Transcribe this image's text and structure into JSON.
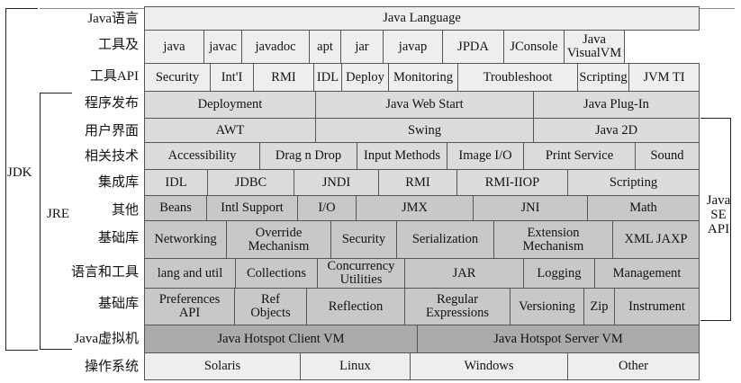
{
  "row_labels": [
    "Java语言",
    "工具及",
    "工具API",
    "程序发布",
    "用户界面",
    "相关技术",
    "集成库",
    "其他",
    "基础库",
    "语言和工具",
    "基础库",
    "Java虚拟机",
    "操作系统"
  ],
  "side_labels": {
    "jdk": "JDK",
    "jre": "JRE",
    "java_se_api": "Java\nSE\nAPI"
  },
  "rows": [
    {
      "tone": "l1",
      "cells": [
        "Java Language"
      ]
    },
    {
      "tone": "l1",
      "cells": [
        "java",
        "javac",
        "javadoc",
        "apt",
        "jar",
        "javap",
        "JPDA",
        "JConsole",
        "Java\nVisualVM"
      ]
    },
    {
      "tone": "l1",
      "cells": [
        "Security",
        "Int'I",
        "RMI",
        "IDL",
        "Deploy",
        "Monitoring",
        "Troubleshoot",
        "Scripting",
        "JVM TI"
      ]
    },
    {
      "tone": "l2",
      "cells": [
        "Deployment",
        "Java Web Start",
        "Java Plug-In"
      ]
    },
    {
      "tone": "l2",
      "cells": [
        "AWT",
        "Swing",
        "Java 2D"
      ]
    },
    {
      "tone": "l2",
      "cells": [
        "Accessibility",
        "Drag n Drop",
        "Input Methods",
        "Image I/O",
        "Print Service",
        "Sound"
      ]
    },
    {
      "tone": "l2",
      "cells": [
        "IDL",
        "JDBC",
        "JNDI",
        "RMI",
        "RMI-IIOP",
        "Scripting"
      ]
    },
    {
      "tone": "l3",
      "cells": [
        "Beans",
        "Intl Support",
        "I/O",
        "JMX",
        "JNI",
        "Math"
      ]
    },
    {
      "tone": "l3",
      "cells": [
        "Networking",
        "Override\nMechanism",
        "Security",
        "Serialization",
        "Extension\nMechanism",
        "XML JAXP"
      ]
    },
    {
      "tone": "l3",
      "cells": [
        "lang and util",
        "Collections",
        "Concurrency\nUtilities",
        "JAR",
        "Logging",
        "Management"
      ]
    },
    {
      "tone": "l3",
      "cells": [
        "Preferences\nAPI",
        "Ref\nObjects",
        "Reflection",
        "Regular\nExpressions",
        "Versioning",
        "Zip",
        "Instrument"
      ]
    },
    {
      "tone": "l4",
      "cells": [
        "Java Hotspot Client VM",
        "Java Hotspot Server VM"
      ]
    },
    {
      "tone": "l1",
      "cells": [
        "Solaris",
        "Linux",
        "Windows",
        "Other"
      ]
    }
  ]
}
